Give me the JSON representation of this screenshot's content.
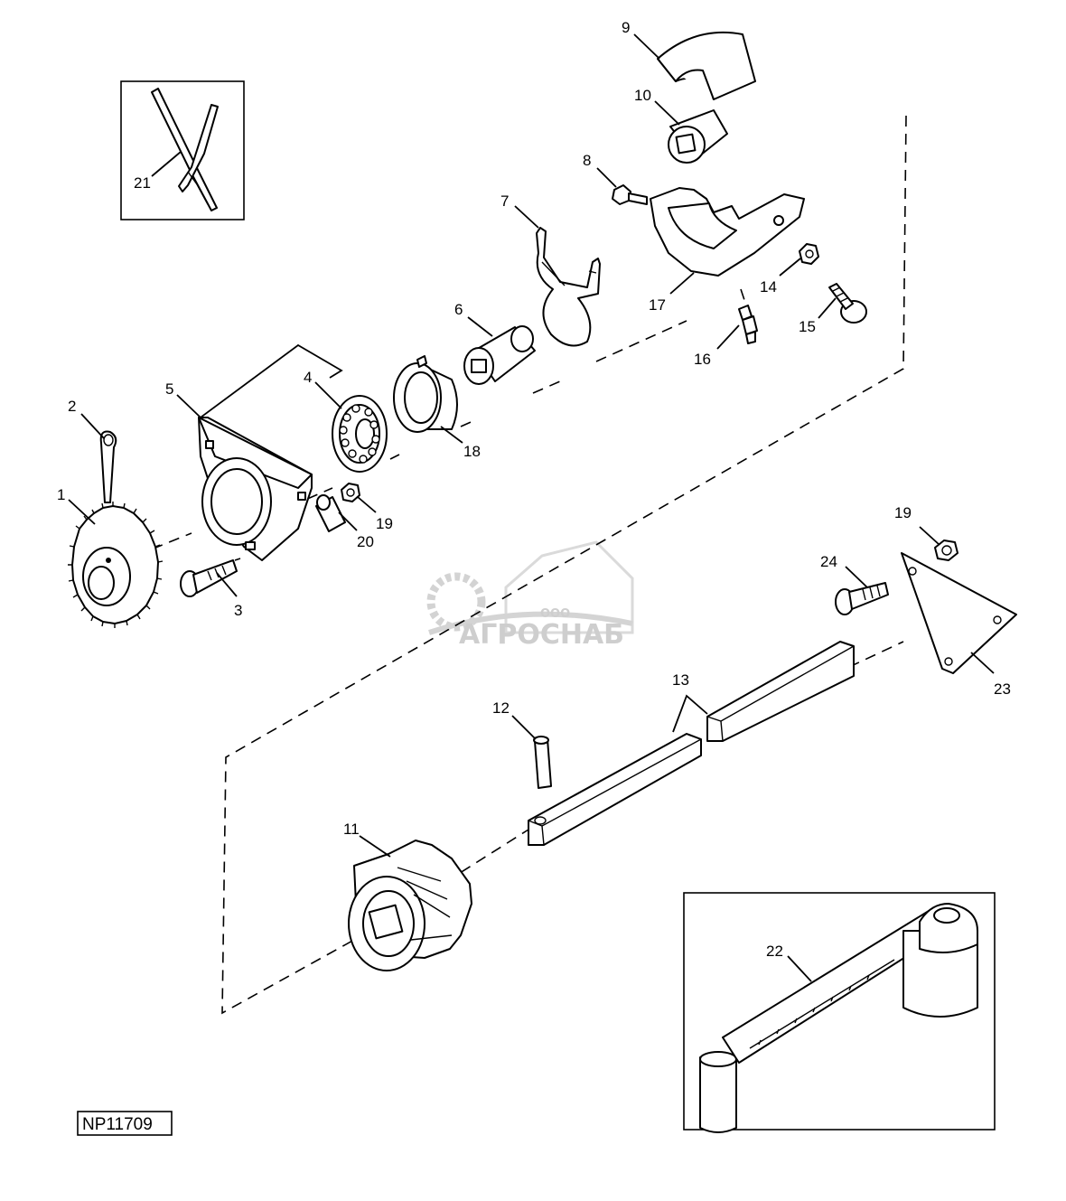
{
  "figure_id": "NP11709",
  "watermark": {
    "small": "ООО",
    "main": "АГРОСНАБ"
  },
  "callouts": [
    "1",
    "2",
    "3",
    "4",
    "5",
    "6",
    "7",
    "8",
    "9",
    "10",
    "11",
    "12",
    "13",
    "14",
    "15",
    "16",
    "17",
    "18",
    "19",
    "19",
    "20",
    "21",
    "22",
    "23",
    "24"
  ]
}
